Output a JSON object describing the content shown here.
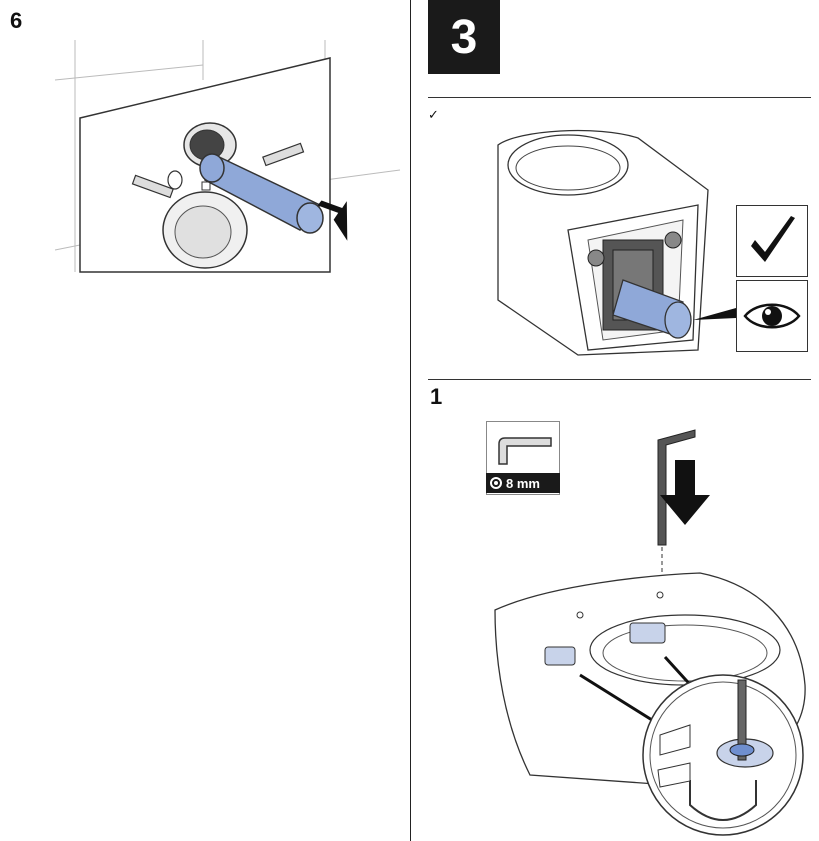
{
  "left_step": {
    "number": "6"
  },
  "right_badge": {
    "number": "3"
  },
  "check_section": {
    "check_symbol": "✓"
  },
  "step_one": {
    "number": "1"
  },
  "tool": {
    "size_label": "8 mm"
  },
  "colors": {
    "accent_blue": "#8fa8d8",
    "dark": "#1a1a1a",
    "line": "#333333"
  },
  "icons": [
    "checkmark-icon",
    "eye-icon",
    "hex-key-icon",
    "down-arrow-icon",
    "push-arrow-icon"
  ]
}
